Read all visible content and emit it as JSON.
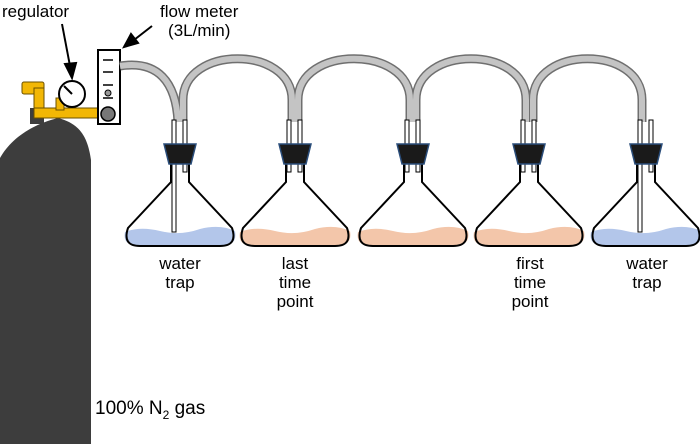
{
  "labels": {
    "regulator": "regulator",
    "flow_meter": [
      "flow meter",
      "(3L/min)"
    ],
    "gas": {
      "prefix": "100% N",
      "subscript": "2",
      "suffix": " gas"
    }
  },
  "flasks": [
    {
      "label_lines": [
        "water",
        "trap"
      ],
      "liquid": "water"
    },
    {
      "label_lines": [
        "last",
        "time",
        "point"
      ],
      "liquid": "culture"
    },
    {
      "label_lines": [],
      "liquid": "culture"
    },
    {
      "label_lines": [
        "first",
        "time",
        "point"
      ],
      "liquid": "culture"
    },
    {
      "label_lines": [
        "water",
        "trap"
      ],
      "liquid": "water"
    }
  ],
  "colors": {
    "cylinder": "#3d3d3d",
    "regulator_brass": "#f2b705",
    "tubing": "#b8b8b8",
    "stopper": "#1a1a1a",
    "water": "#b3c6ea",
    "culture": "#f3c6aa"
  }
}
